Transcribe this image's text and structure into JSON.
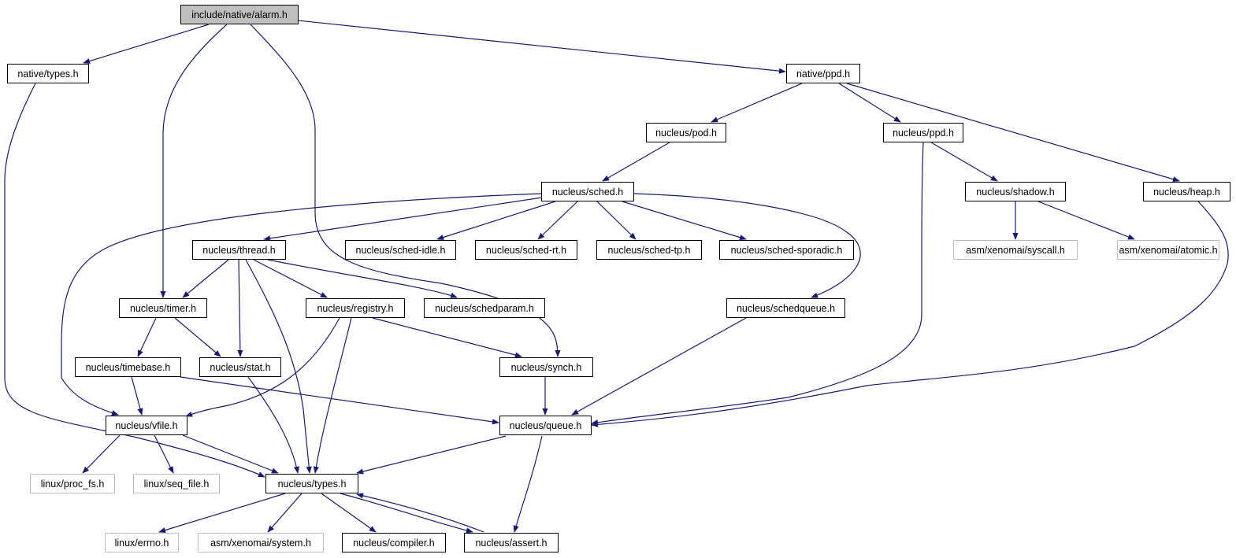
{
  "colors": {
    "edge": "#191970",
    "box_border": "#000000",
    "box_border_external": "#bfbfbf",
    "root_fill": "#bfbfbf",
    "fill": "#ffffff",
    "text": "#000000"
  },
  "nodes": [
    {
      "id": "root",
      "label": "include/native/alarm.h",
      "kind": "root"
    },
    {
      "id": "ntypes",
      "label": "native/types.h",
      "kind": "normal"
    },
    {
      "id": "nppd",
      "label": "native/ppd.h",
      "kind": "normal"
    },
    {
      "id": "pod",
      "label": "nucleus/pod.h",
      "kind": "normal"
    },
    {
      "id": "ppd",
      "label": "nucleus/ppd.h",
      "kind": "normal"
    },
    {
      "id": "sched",
      "label": "nucleus/sched.h",
      "kind": "normal"
    },
    {
      "id": "shadow",
      "label": "nucleus/shadow.h",
      "kind": "normal"
    },
    {
      "id": "heap",
      "label": "nucleus/heap.h",
      "kind": "normal"
    },
    {
      "id": "thread",
      "label": "nucleus/thread.h",
      "kind": "normal"
    },
    {
      "id": "sidle",
      "label": "nucleus/sched-idle.h",
      "kind": "normal"
    },
    {
      "id": "srt",
      "label": "nucleus/sched-rt.h",
      "kind": "normal"
    },
    {
      "id": "stp",
      "label": "nucleus/sched-tp.h",
      "kind": "normal"
    },
    {
      "id": "sspor",
      "label": "nucleus/sched-sporadic.h",
      "kind": "normal"
    },
    {
      "id": "syscall",
      "label": "asm/xenomai/syscall.h",
      "kind": "external"
    },
    {
      "id": "atomic",
      "label": "asm/xenomai/atomic.h",
      "kind": "external"
    },
    {
      "id": "timer",
      "label": "nucleus/timer.h",
      "kind": "normal"
    },
    {
      "id": "registry",
      "label": "nucleus/registry.h",
      "kind": "normal"
    },
    {
      "id": "schedparam",
      "label": "nucleus/schedparam.h",
      "kind": "normal"
    },
    {
      "id": "schedqueue",
      "label": "nucleus/schedqueue.h",
      "kind": "normal"
    },
    {
      "id": "timebase",
      "label": "nucleus/timebase.h",
      "kind": "normal"
    },
    {
      "id": "stat",
      "label": "nucleus/stat.h",
      "kind": "normal"
    },
    {
      "id": "synch",
      "label": "nucleus/synch.h",
      "kind": "normal"
    },
    {
      "id": "vfile",
      "label": "nucleus/vfile.h",
      "kind": "normal"
    },
    {
      "id": "queue",
      "label": "nucleus/queue.h",
      "kind": "normal"
    },
    {
      "id": "procfs",
      "label": "linux/proc_fs.h",
      "kind": "external"
    },
    {
      "id": "seqfile",
      "label": "linux/seq_file.h",
      "kind": "external"
    },
    {
      "id": "ntypes2",
      "label": "nucleus/types.h",
      "kind": "normal"
    },
    {
      "id": "errno",
      "label": "linux/errno.h",
      "kind": "external"
    },
    {
      "id": "system",
      "label": "asm/xenomai/system.h",
      "kind": "external"
    },
    {
      "id": "compiler",
      "label": "nucleus/compiler.h",
      "kind": "normal"
    },
    {
      "id": "assert",
      "label": "nucleus/assert.h",
      "kind": "normal"
    }
  ],
  "edges": [
    {
      "from": "root",
      "to": "ntypes"
    },
    {
      "from": "root",
      "to": "timer"
    },
    {
      "from": "root",
      "to": "synch"
    },
    {
      "from": "root",
      "to": "nppd"
    },
    {
      "from": "ntypes",
      "to": "ntypes2"
    },
    {
      "from": "nppd",
      "to": "pod"
    },
    {
      "from": "nppd",
      "to": "ppd"
    },
    {
      "from": "nppd",
      "to": "heap"
    },
    {
      "from": "pod",
      "to": "sched"
    },
    {
      "from": "ppd",
      "to": "shadow"
    },
    {
      "from": "ppd",
      "to": "queue"
    },
    {
      "from": "shadow",
      "to": "syscall"
    },
    {
      "from": "shadow",
      "to": "atomic"
    },
    {
      "from": "heap",
      "to": "queue"
    },
    {
      "from": "sched",
      "to": "vfile"
    },
    {
      "from": "sched",
      "to": "thread"
    },
    {
      "from": "sched",
      "to": "sidle"
    },
    {
      "from": "sched",
      "to": "srt"
    },
    {
      "from": "sched",
      "to": "stp"
    },
    {
      "from": "sched",
      "to": "sspor"
    },
    {
      "from": "sched",
      "to": "schedqueue"
    },
    {
      "from": "thread",
      "to": "timer"
    },
    {
      "from": "thread",
      "to": "stat"
    },
    {
      "from": "thread",
      "to": "registry"
    },
    {
      "from": "thread",
      "to": "schedparam"
    },
    {
      "from": "thread",
      "to": "ntypes2"
    },
    {
      "from": "timer",
      "to": "timebase"
    },
    {
      "from": "timer",
      "to": "stat"
    },
    {
      "from": "registry",
      "to": "vfile"
    },
    {
      "from": "registry",
      "to": "ntypes2"
    },
    {
      "from": "registry",
      "to": "synch"
    },
    {
      "from": "schedqueue",
      "to": "queue"
    },
    {
      "from": "timebase",
      "to": "vfile"
    },
    {
      "from": "timebase",
      "to": "queue"
    },
    {
      "from": "stat",
      "to": "ntypes2"
    },
    {
      "from": "synch",
      "to": "queue"
    },
    {
      "from": "vfile",
      "to": "procfs"
    },
    {
      "from": "vfile",
      "to": "seqfile"
    },
    {
      "from": "vfile",
      "to": "ntypes2"
    },
    {
      "from": "queue",
      "to": "ntypes2"
    },
    {
      "from": "queue",
      "to": "assert"
    },
    {
      "from": "ntypes2",
      "to": "errno"
    },
    {
      "from": "ntypes2",
      "to": "system"
    },
    {
      "from": "ntypes2",
      "to": "compiler"
    },
    {
      "from": "ntypes2",
      "to": "assert"
    },
    {
      "from": "assert",
      "to": "ntypes2"
    }
  ]
}
